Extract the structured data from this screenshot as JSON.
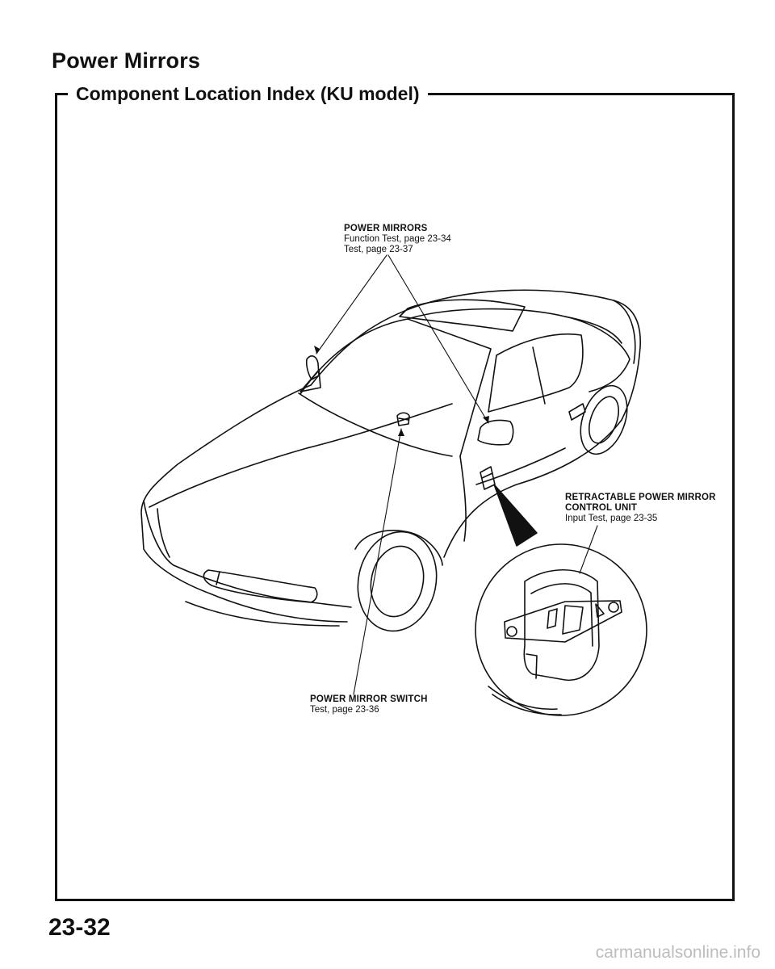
{
  "header": {
    "title": "Power Mirrors",
    "subtitle": "Component Location Index (KU model)"
  },
  "callouts": {
    "power_mirrors": {
      "name": "POWER MIRRORS",
      "lines": [
        "Function Test, page 23-34",
        "Test, page 23-37"
      ]
    },
    "control_unit": {
      "name_lines": [
        "RETRACTABLE POWER MIRROR",
        "CONTROL UNIT"
      ],
      "lines": [
        "Input Test, page 23-35"
      ]
    },
    "mirror_switch": {
      "name": "POWER MIRROR SWITCH",
      "lines": [
        "Test, page 23-36"
      ]
    }
  },
  "footer": {
    "page_number": "23-32"
  },
  "watermark": {
    "text": "carmanualsonline.info"
  }
}
